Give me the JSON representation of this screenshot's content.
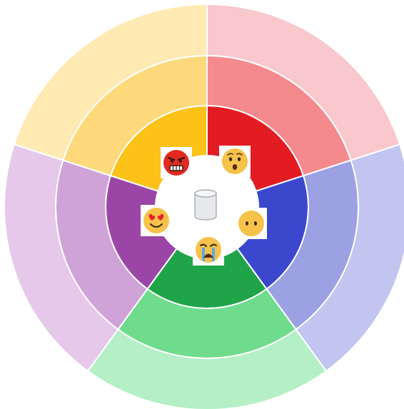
{
  "colors": {
    "background": "#ffffff",
    "divider": "#ffffff",
    "center": "#ffffff",
    "segments": {
      "red": {
        "inner": "#e31b23",
        "middle": "#f48a8e",
        "outer": "#f8c8cc"
      },
      "blue": {
        "inner": "#3b47cc",
        "middle": "#9ba1e3",
        "outer": "#c2c5ef"
      },
      "green": {
        "inner": "#20a44a",
        "middle": "#6edc8c",
        "outer": "#b4efc6"
      },
      "purple": {
        "inner": "#9b46a6",
        "middle": "#cfa3d8",
        "outer": "#e5c8ea"
      },
      "yellow": {
        "inner": "#fcc217",
        "middle": "#fdd97b",
        "outer": "#feeab2"
      }
    },
    "emoji_face": "#f7c24a",
    "emoji_shade": "#e8a520",
    "angry_face": "#e02a22",
    "cylinder_fill": "#e6e8ec",
    "cylinder_stroke": "#9aa0aa"
  },
  "icons": {
    "center": "database-cylinder-icon",
    "emojis": [
      "angry-face-icon",
      "surprised-face-icon",
      "neutral-face-icon",
      "crying-face-icon",
      "heart-eyes-face-icon"
    ]
  },
  "segments": [
    "red",
    "blue",
    "green",
    "purple",
    "yellow"
  ],
  "rings": [
    "inner",
    "middle",
    "outer"
  ]
}
